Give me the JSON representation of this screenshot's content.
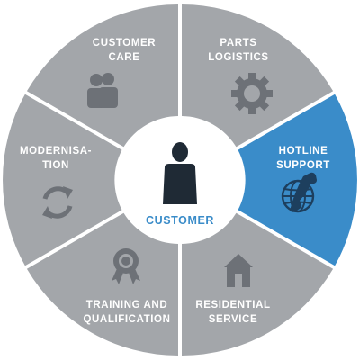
{
  "center": {
    "label": "CUSTOMER",
    "icon": "person-icon"
  },
  "segments": [
    {
      "id": "customer-care",
      "lines": [
        "CUSTOMER",
        "CARE"
      ],
      "icon": "people-icon",
      "highlighted": false
    },
    {
      "id": "parts-logistics",
      "lines": [
        "PARTS",
        "LOGISTICS"
      ],
      "icon": "gear-icon",
      "highlighted": false
    },
    {
      "id": "hotline-support",
      "lines": [
        "HOTLINE",
        "SUPPORT"
      ],
      "icon": "globe-phone-icon",
      "highlighted": true
    },
    {
      "id": "residential-service",
      "lines": [
        "RESIDENTIAL",
        "SERVICE"
      ],
      "icon": "house-icon",
      "highlighted": false
    },
    {
      "id": "training-and-qualification",
      "lines": [
        "TRAINING AND",
        "QUALIFICATION"
      ],
      "icon": "award-icon",
      "highlighted": false
    },
    {
      "id": "modernisation",
      "lines": [
        "MODERNISA-",
        "TION"
      ],
      "icon": "refresh-icon",
      "highlighted": false
    }
  ],
  "colors": {
    "segment": "#a3a6aa",
    "highlight": "#3a8cc9",
    "icon": "#6d7177",
    "highlight_icon": "#1d3f5e",
    "center_fill": "#ffffff",
    "center_icon": "#1f2a35",
    "text": "#ffffff"
  }
}
